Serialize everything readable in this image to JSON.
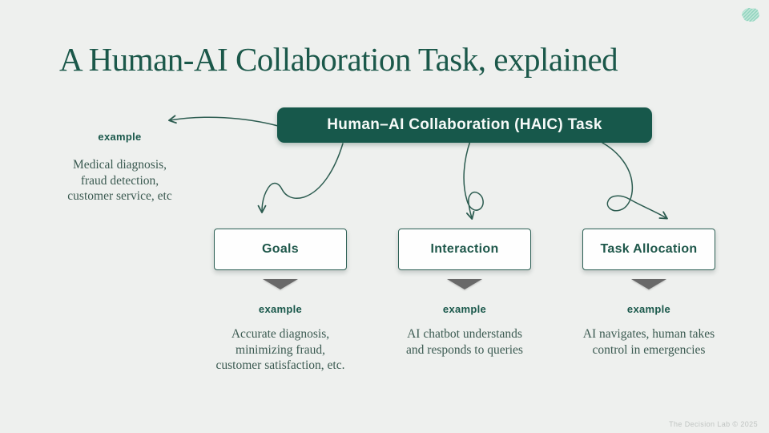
{
  "page": {
    "title": "A Human-AI Collaboration Task, explained",
    "footer": "The Decision Lab © 2025",
    "logo_icon": "brain-icon"
  },
  "root": {
    "label": "Human–AI Collaboration (HAIC) Task",
    "example": {
      "heading": "example",
      "text": "Medical diagnosis,\nfraud detection,\ncustomer service, etc"
    }
  },
  "branches": [
    {
      "label": "Goals",
      "example_heading": "example",
      "example_text": "Accurate diagnosis,\nminimizing fraud,\ncustomer satisfaction, etc."
    },
    {
      "label": "Interaction",
      "example_heading": "example",
      "example_text": "AI chatbot understands\nand responds to queries"
    },
    {
      "label": "Task Allocation",
      "example_heading": "example",
      "example_text": "AI navigates, human takes\ncontrol in emergencies"
    }
  ],
  "colors": {
    "background": "#eef0ee",
    "accent_dark_green": "#17584b",
    "box_border": "#2e6156",
    "arrow_stroke": "#2c5c50",
    "triangle_gray": "#696969",
    "logo_mint": "#9fd9c5",
    "footer_gray": "#c0c4c2"
  }
}
